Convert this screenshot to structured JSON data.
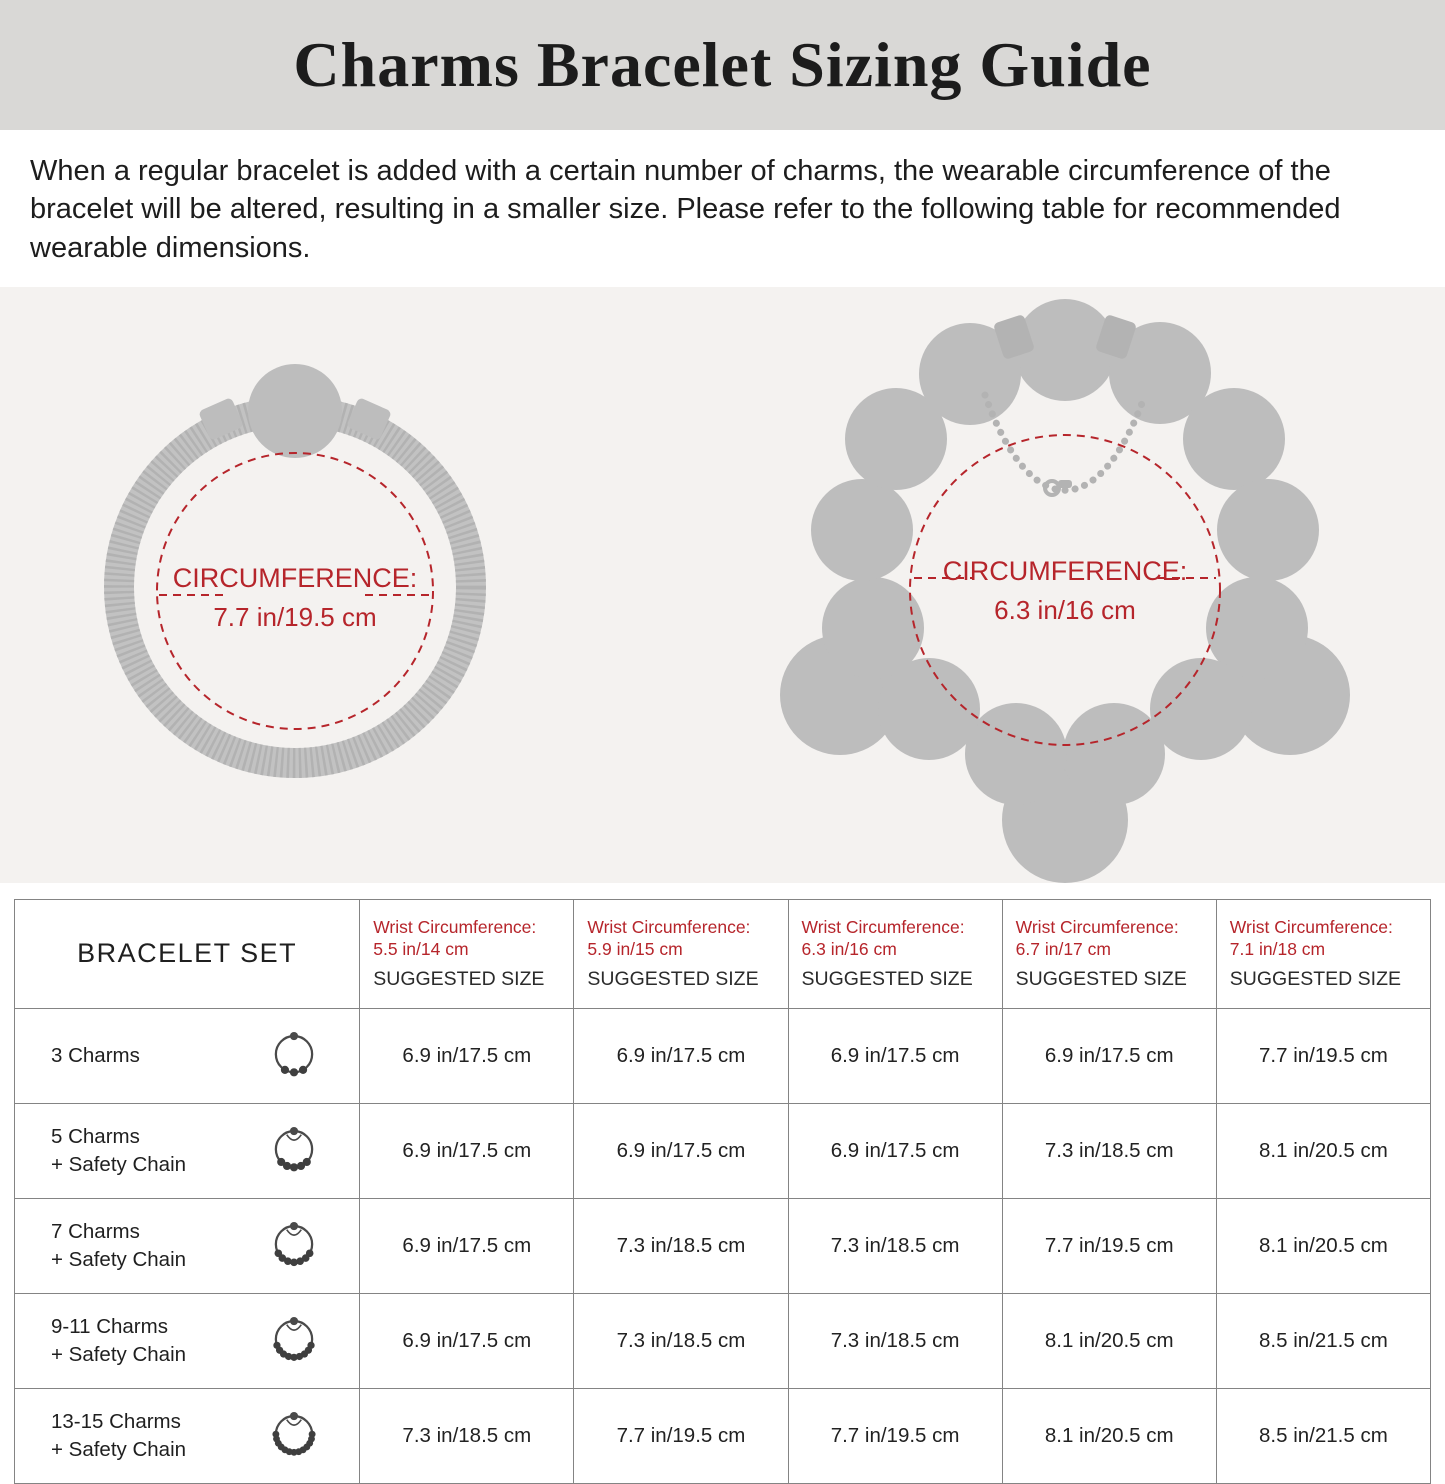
{
  "title": "Charms Bracelet Sizing Guide",
  "intro": "When a regular bracelet is added with a certain number of charms, the wearable circumference of the bracelet will be altered, resulting in a smaller size. Please refer to the following table for recommended wearable dimensions.",
  "illustrations": {
    "plain": {
      "label": "CIRCUMFERENCE:",
      "value": "7.7 in/19.5 cm"
    },
    "charms": {
      "label": "CIRCUMFERENCE:",
      "value": "6.3 in/16 cm"
    }
  },
  "colors": {
    "accent": "#b6252b",
    "art_gray": "#bdbdbd"
  },
  "table": {
    "set_header": "BRACELET SET",
    "size_headers": [
      {
        "wrist_line1": "Wrist Circumference:",
        "wrist_line2": "5.5 in/14 cm",
        "suggested": "SUGGESTED SIZE"
      },
      {
        "wrist_line1": "Wrist Circumference:",
        "wrist_line2": "5.9 in/15 cm",
        "suggested": "SUGGESTED SIZE"
      },
      {
        "wrist_line1": "Wrist Circumference:",
        "wrist_line2": "6.3 in/16 cm",
        "suggested": "SUGGESTED SIZE"
      },
      {
        "wrist_line1": "Wrist Circumference:",
        "wrist_line2": "6.7 in/17 cm",
        "suggested": "SUGGESTED SIZE"
      },
      {
        "wrist_line1": "Wrist Circumference:",
        "wrist_line2": "7.1 in/18 cm",
        "suggested": "SUGGESTED SIZE"
      }
    ],
    "rows": [
      {
        "label1": "3 Charms",
        "label2": "",
        "cells": [
          "6.9 in/17.5 cm",
          "6.9 in/17.5 cm",
          "6.9 in/17.5 cm",
          "6.9 in/17.5 cm",
          "7.7 in/19.5 cm"
        ]
      },
      {
        "label1": "5 Charms",
        "label2": "+ Safety Chain",
        "cells": [
          "6.9 in/17.5 cm",
          "6.9 in/17.5 cm",
          "6.9 in/17.5 cm",
          "7.3 in/18.5 cm",
          "8.1 in/20.5 cm"
        ]
      },
      {
        "label1": "7 Charms",
        "label2": "+ Safety Chain",
        "cells": [
          "6.9 in/17.5 cm",
          "7.3 in/18.5 cm",
          "7.3 in/18.5 cm",
          "7.7 in/19.5 cm",
          "8.1 in/20.5 cm"
        ]
      },
      {
        "label1": "9-11 Charms",
        "label2": "+ Safety Chain",
        "cells": [
          "6.9 in/17.5 cm",
          "7.3 in/18.5 cm",
          "7.3 in/18.5 cm",
          "8.1 in/20.5 cm",
          "8.5 in/21.5 cm"
        ]
      },
      {
        "label1": "13-15 Charms",
        "label2": "+ Safety Chain",
        "cells": [
          "7.3 in/18.5 cm",
          "7.7 in/19.5 cm",
          "7.7 in/19.5 cm",
          "8.1 in/20.5 cm",
          "8.5 in/21.5 cm"
        ]
      }
    ]
  }
}
